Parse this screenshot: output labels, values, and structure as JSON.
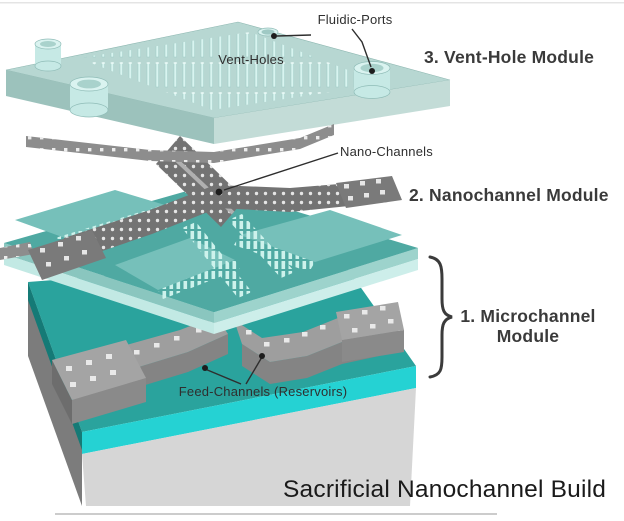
{
  "title": "Sacrificial Nanochannel Build",
  "annotations": {
    "fluidic_ports": "Fluidic-Ports",
    "vent_holes": "Vent-Holes",
    "nano_channels": "Nano-Channels",
    "feed_channels": "Feed-Channels (Reservoirs)"
  },
  "modules": {
    "vent_hole": {
      "label": "3. Vent-Hole Module"
    },
    "nanochannel": {
      "label": "2. Nanochannel Module"
    },
    "microchannel": {
      "label_line1": "1. Microchannel",
      "label_line2": "Module"
    }
  },
  "colors": {
    "slab_light_cyan": "#b7d7d2",
    "teal_surface": "#4fa9a2",
    "dark_teal_top": "#2aa39d",
    "bright_cyan": "#25d2d3",
    "structure_gray": "#8d8d8d",
    "substrate_gray": "#d6d6d6",
    "text_dark": "#2f2f2f"
  }
}
